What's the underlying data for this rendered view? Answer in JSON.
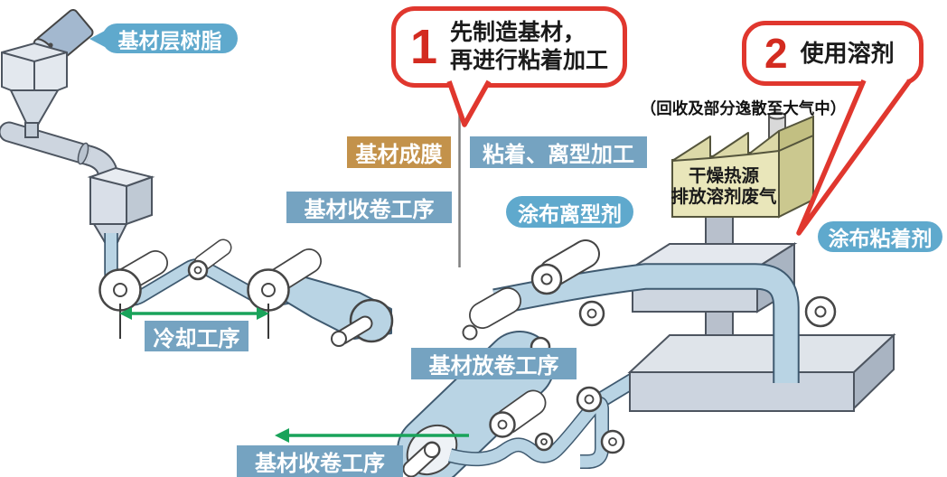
{
  "labels": {
    "resin": "基材层树脂",
    "film_forming": "基材成膜",
    "adhesion_release": "粘着、离型加工",
    "winding_top": "基材收卷工序",
    "release_coat": "涂布离型剂",
    "adhesive_coat": "涂布粘着剂",
    "cooling": "冷却工序",
    "unwinding": "基材放卷工序",
    "winding_bottom": "基材收卷工序"
  },
  "callout1": {
    "number": "1",
    "line1": "先制造基材，",
    "line2": "再进行粘着加工"
  },
  "callout2": {
    "number": "2",
    "text": "使用溶剂"
  },
  "notes": {
    "recovery": "（回收及部分逸散至大气中）"
  },
  "factory": {
    "line1": "干燥热源",
    "line2": "排放溶剂废气"
  },
  "colors": {
    "callout_red": "#e0372e",
    "label_blue": "#75a3c1",
    "pill_blue": "#5fa9cd",
    "gold": "#c3924b",
    "arrow_green": "#19a35a",
    "film_blue": "#b9d4e4",
    "factory_khaki": "#e9e6ba"
  }
}
